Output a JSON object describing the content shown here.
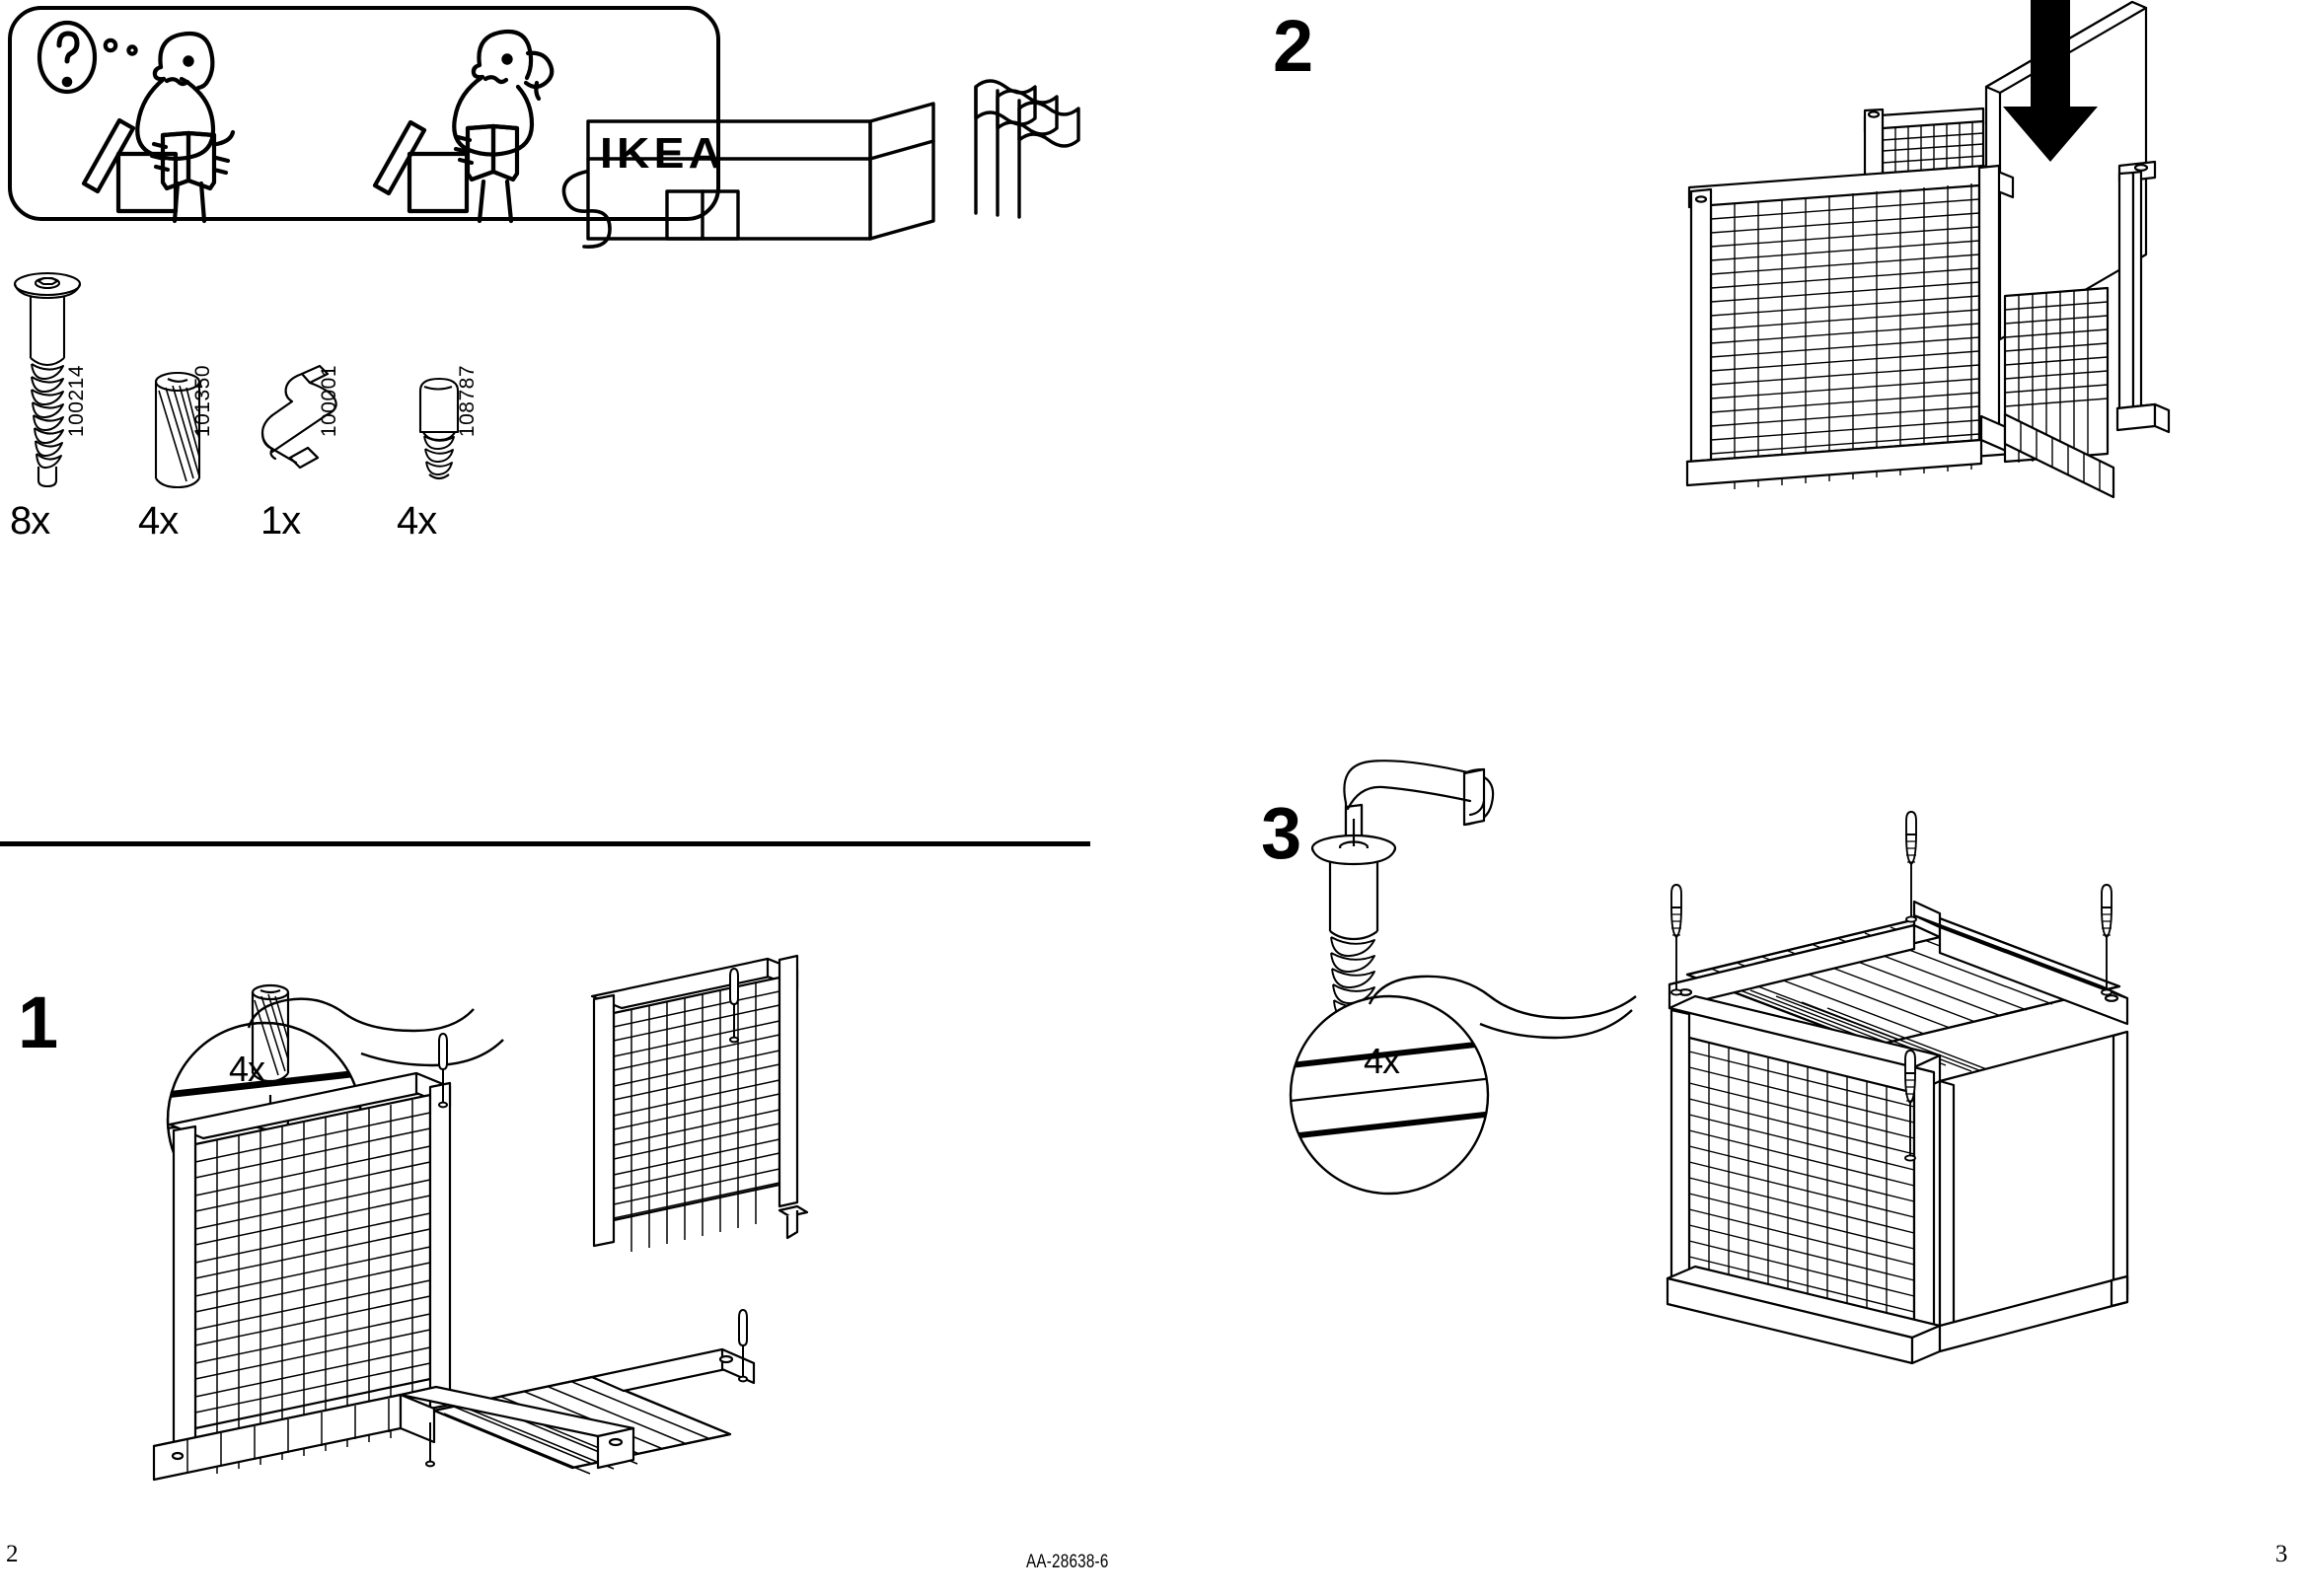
{
  "document": {
    "title": "IKEA assembly instructions",
    "doc_id": "AA-28638-6",
    "page_left": "2",
    "page_right": "3"
  },
  "help_box": {
    "name": "call-ikea-help-panel",
    "question_mark": "?",
    "store_sign": "IKEA",
    "left_scene": "person-confused-reading-instructions",
    "right_scene": "person-phoning-ikea-store"
  },
  "parts_list": [
    {
      "icon": "screw-icon",
      "part_number": "100214",
      "quantity": "8x"
    },
    {
      "icon": "wooden-dowel-icon",
      "part_number": "101350",
      "quantity": "4x"
    },
    {
      "icon": "allen-key-icon",
      "part_number": "100001",
      "quantity": "1x"
    },
    {
      "icon": "plastic-plug-icon",
      "part_number": "108787",
      "quantity": "4x"
    }
  ],
  "steps": [
    {
      "number": "1",
      "detail_quantity": "4x",
      "detail_icon": "dowel-into-rail-detail-icon",
      "illustration": "two-lattice-side-panels-with-base-frame"
    },
    {
      "number": "2",
      "detail_quantity": "",
      "illustration": "lattice-frame-with-panel-insert-arrow"
    },
    {
      "number": "3",
      "detail_quantity": "4x",
      "detail_icon": "allen-key-and-screw-detail-icon",
      "illustration": "completed-lattice-cube-with-four-screws"
    }
  ],
  "colors": {
    "ink": "#000000",
    "paper": "#ffffff"
  }
}
